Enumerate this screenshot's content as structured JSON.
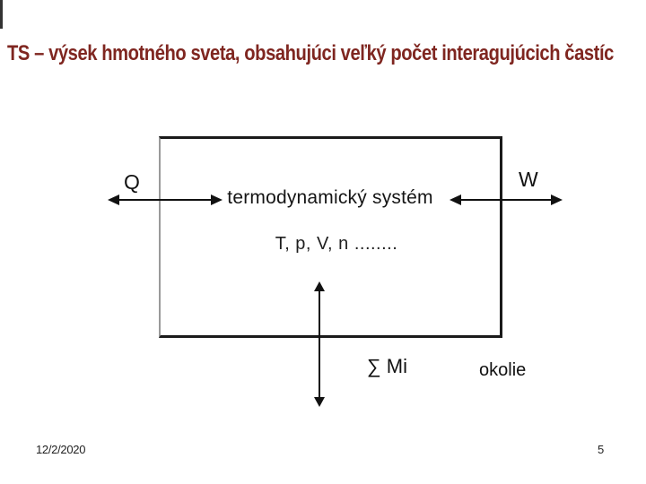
{
  "slide": {
    "title": "TS – výsek hmotného sveta, obsahujúci veľký počet interagujúcich častíc",
    "footer": {
      "date": "12/2/2020",
      "page_number": "5"
    }
  },
  "diagram": {
    "system_label": "termodynamický systém",
    "state_variables": "T, p, V, n ........",
    "heat_symbol": "Q",
    "work_symbol": "W",
    "mass_exchange": "∑ Mi",
    "surroundings": "okolie"
  },
  "colors": {
    "title_text": "#7f2620",
    "diagram_ink": "#111111",
    "box_left_border": "#9a9a9a"
  }
}
